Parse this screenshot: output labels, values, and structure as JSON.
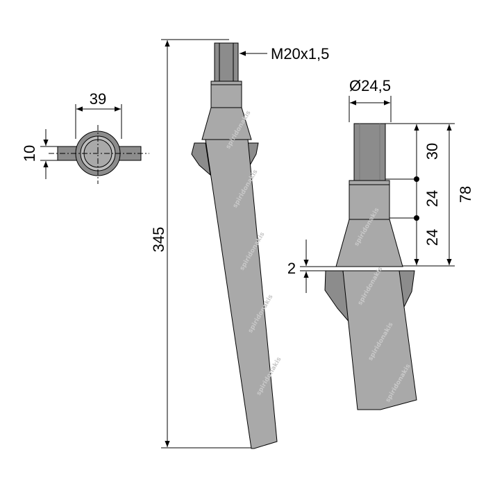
{
  "dimensions": {
    "thread": "M20x1,5",
    "length": "345",
    "diameter": "Ø24,5",
    "flange_width": "39",
    "flange_thickness": "10",
    "step_upper": "30",
    "step_middle": "24",
    "step_lower": "24",
    "total_height": "78",
    "gap": "2"
  },
  "watermark": "spiridonakis"
}
